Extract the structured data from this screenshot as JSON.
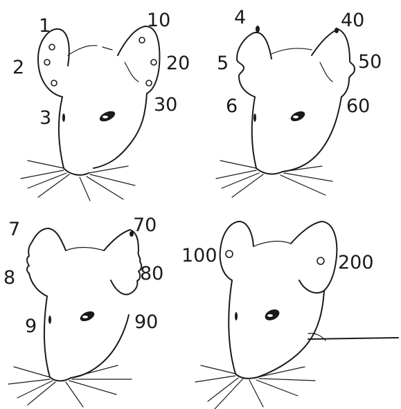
{
  "panels": [
    {
      "id": "holes",
      "labels": [
        "1",
        "2",
        "3",
        "10",
        "20",
        "30"
      ]
    },
    {
      "id": "edge-notches",
      "labels": [
        "4",
        "5",
        "6",
        "40",
        "50",
        "60"
      ]
    },
    {
      "id": "double-notches",
      "labels": [
        "7",
        "8",
        "9",
        "70",
        "80",
        "90"
      ]
    },
    {
      "id": "center-holes",
      "labels": [
        "100",
        "200"
      ]
    }
  ]
}
